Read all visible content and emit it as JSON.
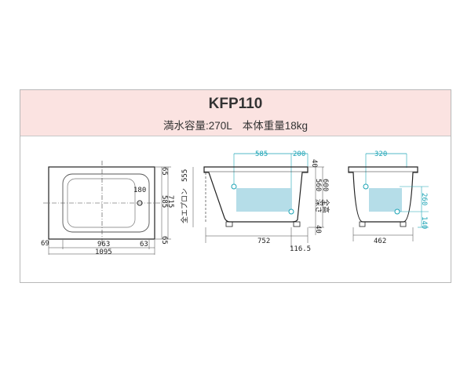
{
  "header": {
    "model": "KFP110",
    "spec": "満水容量:270L　本体重量18kg"
  },
  "plan": {
    "dim_65_top": "65",
    "dim_180": "180",
    "dim_585": "585",
    "dim_715": "715",
    "dim_65_bottom": "65",
    "dim_69": "69",
    "dim_963": "963",
    "dim_63": "63",
    "dim_1095": "1095"
  },
  "side": {
    "dim_585": "585",
    "dim_200": "200",
    "dim_40_top": "40",
    "label_apron": "全エプロン",
    "dim_555": "555",
    "dim_560": "560",
    "dim_600": "600",
    "label_depth": "深さ",
    "label_total": "全高",
    "dim_40_bottom": "40",
    "dim_752": "752",
    "dim_116_5": "116.5"
  },
  "end": {
    "dim_320": "320",
    "dim_260": "260",
    "dim_140": "140",
    "dim_462": "462"
  },
  "colors": {
    "header_bg": "#fbe3e1",
    "water": "#b5dde8",
    "accent": "#1aa3b5"
  }
}
